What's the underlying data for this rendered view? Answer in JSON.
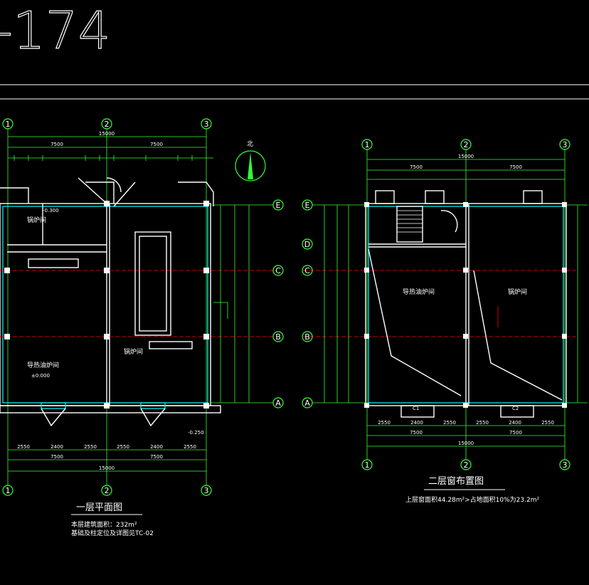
{
  "sheet_number": "-174",
  "north_label": "北",
  "plan1": {
    "title": "一层平面图",
    "area_note": "本层建筑面积：232m²",
    "ref_note": "基础及柱定位及详图见TC-02",
    "grid_cols": [
      "1",
      "2",
      "3"
    ],
    "grid_rows": [
      "E",
      "C",
      "B",
      "A"
    ],
    "dims_top": [
      "15000",
      "7500",
      "7500"
    ],
    "dims_bottom": [
      "2550",
      "2400",
      "2550",
      "2550",
      "2400",
      "2550"
    ],
    "dims_bottom_mid": [
      "7500",
      "7500"
    ],
    "dims_bottom_total": "15000",
    "rooms": [
      "锅炉间",
      "导热油炉间",
      "锅炉间"
    ],
    "elev_labels": [
      "±0.000",
      "-0.300",
      "-0.250"
    ]
  },
  "plan2": {
    "title": "二层窗布置图",
    "note": "上层窗面积44.28m²>占地面积10%为23.2m²",
    "grid_cols": [
      "1",
      "2",
      "3"
    ],
    "grid_rows": [
      "E",
      "D",
      "C",
      "B",
      "A"
    ],
    "dims_top": [
      "15000",
      "7500",
      "7500"
    ],
    "dims_bottom": [
      "2550",
      "2400",
      "2550",
      "2550",
      "2400",
      "2550"
    ],
    "dims_bottom_mid": [
      "7500",
      "7500"
    ],
    "dims_bottom_total": "15000",
    "rooms": [
      "导热油炉间",
      "锅炉间"
    ],
    "windows": [
      "C1",
      "C2"
    ]
  }
}
